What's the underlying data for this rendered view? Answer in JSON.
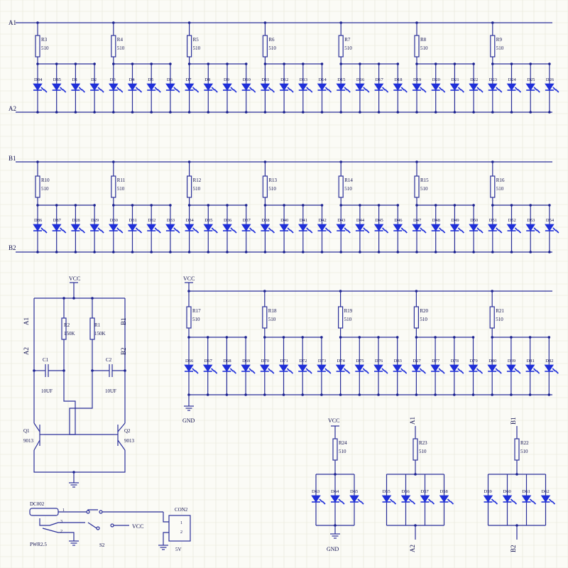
{
  "nets": {
    "a1": "A1",
    "a2": "A2",
    "b1": "B1",
    "b2": "B2",
    "vcc": "VCC",
    "gnd": "GND"
  },
  "res_value": "510",
  "rows": [
    {
      "resistors": [
        "R3",
        "R4",
        "R5",
        "R6",
        "R7",
        "R8",
        "R9"
      ],
      "leds": [
        "D84",
        "D85",
        "D1",
        "D2",
        "D3",
        "D4",
        "D5",
        "D6",
        "D7",
        "D8",
        "D9",
        "D10",
        "D11",
        "D12",
        "D13",
        "D14",
        "D15",
        "D16",
        "D17",
        "D18",
        "D19",
        "D20",
        "D21",
        "D22",
        "D23",
        "D24",
        "D25",
        "D26"
      ]
    },
    {
      "resistors": [
        "R10",
        "R11",
        "R12",
        "R13",
        "R14",
        "R15",
        "R16"
      ],
      "leds": [
        "D86",
        "D87",
        "D28",
        "D29",
        "D30",
        "D31",
        "D32",
        "D33",
        "D34",
        "D35",
        "D36",
        "D37",
        "D38",
        "D40",
        "D41",
        "D42",
        "D43",
        "D44",
        "D45",
        "D46",
        "D47",
        "D48",
        "D49",
        "D50",
        "D51",
        "D52",
        "D53",
        "D54"
      ]
    },
    {
      "resistors": [
        "R17",
        "R18",
        "R19",
        "R20",
        "R21"
      ],
      "leds": [
        "D66",
        "D67",
        "D68",
        "D69",
        "D70",
        "D71",
        "D72",
        "D73",
        "D74",
        "D75",
        "D76",
        "D83",
        "D27",
        "D77",
        "D78",
        "D79",
        "D80",
        "D39",
        "D81",
        "D82"
      ]
    }
  ],
  "groups": [
    {
      "resistor": "R24",
      "leds": [
        "D63",
        "D64",
        "D65"
      ]
    },
    {
      "resistor": "R23",
      "leds": [
        "D55",
        "D56",
        "D57",
        "D58"
      ]
    },
    {
      "resistor": "R22",
      "leds": [
        "D59",
        "D60",
        "D61",
        "D62"
      ]
    }
  ],
  "oscillator": {
    "r_left": "R2",
    "r_right": "R1",
    "r_value": "150K",
    "c_left": "C1",
    "c_right": "C2",
    "c_value": "10UF",
    "q_left": "Q1",
    "q_right": "Q2",
    "q_type": "9013"
  },
  "power": {
    "jack": "DC002",
    "jack_type": "PWR2.5",
    "pin1": "1",
    "pin2": "2",
    "pin3": "3",
    "switch": "S2",
    "connector": "CON2",
    "con_pin1": "1",
    "con_pin2": "2",
    "con_value": "5V"
  }
}
